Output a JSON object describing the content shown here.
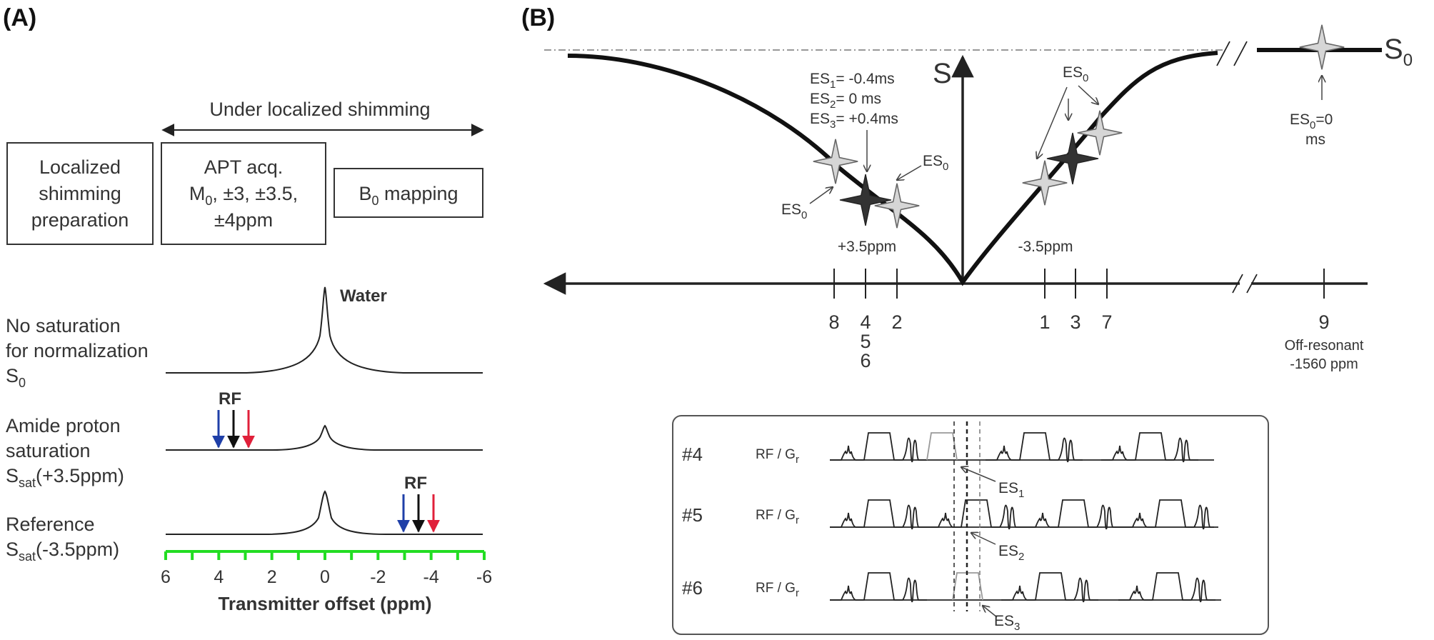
{
  "panel_a": {
    "label": "(A)",
    "header": "Under localized shimming",
    "boxes": {
      "prep_line1": "Localized",
      "prep_line2": "shimming",
      "prep_line3": "preparation",
      "apt_line1": "APT acq.",
      "apt_line2_m": "M",
      "apt_line2_sub": "0",
      "apt_line2_rest": ", ±3, ±3.5,",
      "apt_line3": "±4ppm",
      "b0_main": "B",
      "b0_sub": "0",
      "b0_rest": " mapping"
    },
    "rows": {
      "nosat_line1": "No saturation",
      "nosat_line2": "for normalization",
      "nosat_sym": "S",
      "nosat_sub": "0",
      "amide_line1": "Amide proton",
      "amide_line2": "saturation",
      "amide_sym": "S",
      "amide_sub": "sat",
      "amide_rest": "(+3.5ppm)",
      "ref_line1": "Reference",
      "ref_sym": "S",
      "ref_sub": "sat",
      "ref_rest": "(-3.5ppm)"
    },
    "water_label": "Water",
    "rf_label": "RF",
    "arrow_colors": [
      "#1f3fa8",
      "#111111",
      "#e0203a"
    ],
    "axis_color": "#22dd22",
    "ticks": [
      "6",
      "4",
      "2",
      "0",
      "-2",
      "-4",
      "-6"
    ],
    "xlabel": "Transmitter offset (ppm)"
  },
  "panel_b": {
    "label": "(B)",
    "s_label": "S",
    "s0_main": "S",
    "s0_sub": "0",
    "es_list": [
      {
        "main": "ES",
        "sub": "1",
        "rest": "= -0.4ms"
      },
      {
        "main": "ES",
        "sub": "2",
        "rest": "= 0 ms"
      },
      {
        "main": "ES",
        "sub": "3",
        "rest": "= +0.4ms"
      }
    ],
    "es0_main": "ES",
    "es0_sub": "0",
    "es0_right_rest": "=0",
    "es0_right_unit": "ms",
    "ppm_pos": "+3.5ppm",
    "ppm_neg": "-3.5ppm",
    "ticks": [
      "8",
      "4",
      "5",
      "6",
      "2",
      "1",
      "3",
      "7",
      "9"
    ],
    "offres_line1": "Off-resonant",
    "offres_line2": "-1560 ppm"
  },
  "sequence": {
    "rows": [
      {
        "id": "#4",
        "channel_main": "RF / G",
        "channel_sub": "r",
        "es_main": "ES",
        "es_sub": "1"
      },
      {
        "id": "#5",
        "channel_main": "RF / G",
        "channel_sub": "r",
        "es_main": "ES",
        "es_sub": "2"
      },
      {
        "id": "#6",
        "channel_main": "RF / G",
        "channel_sub": "r",
        "es_main": "ES",
        "es_sub": "3"
      }
    ]
  }
}
